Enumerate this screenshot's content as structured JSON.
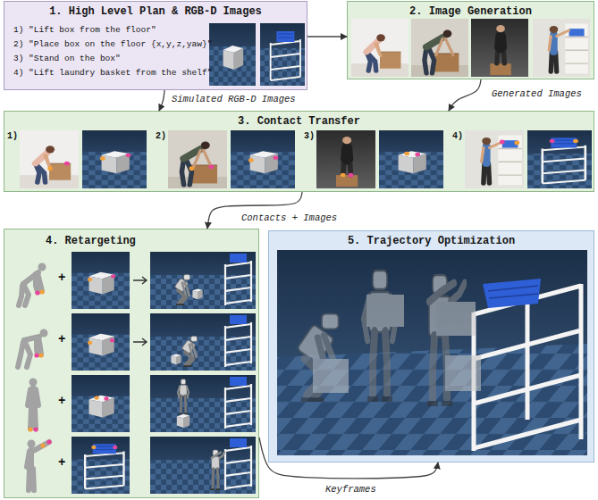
{
  "diagram": {
    "nodes": [
      {
        "text": [
          "1. High Level Plan & RGB-D Images",
          "1) \"Lift box from the floor\"",
          "2) \"Place box on the floor {x,y,z,yaw}\"",
          "3) \"Stand on the box\"",
          "4) \"Lift laundry basket from the shelf\""
        ]
      },
      {
        "text": [
          "2. Image Generation"
        ]
      },
      {
        "text": [
          "3. Contact Transfer"
        ]
      },
      {
        "text": [
          "4. Retargeting"
        ]
      },
      {
        "text": [
          "5. Trajectory Optimization"
        ]
      }
    ],
    "edges": [
      {
        "from": 0,
        "to": 1,
        "arrow": "to"
      },
      {
        "from": 0,
        "to": 2,
        "label": "Simulated RGB-D Images",
        "arrow": "to"
      },
      {
        "from": 1,
        "to": 2,
        "label": "Generated Images",
        "arrow": "to"
      },
      {
        "from": 2,
        "to": 3,
        "label": "Contacts + Images",
        "arrow": "to"
      },
      {
        "from": 3,
        "to": 4,
        "label": "Keyframes",
        "arrow": "to"
      }
    ],
    "labels": [
      "1)",
      "2)",
      "3)",
      "4)",
      "+",
      "+",
      "+",
      "+"
    ]
  }
}
